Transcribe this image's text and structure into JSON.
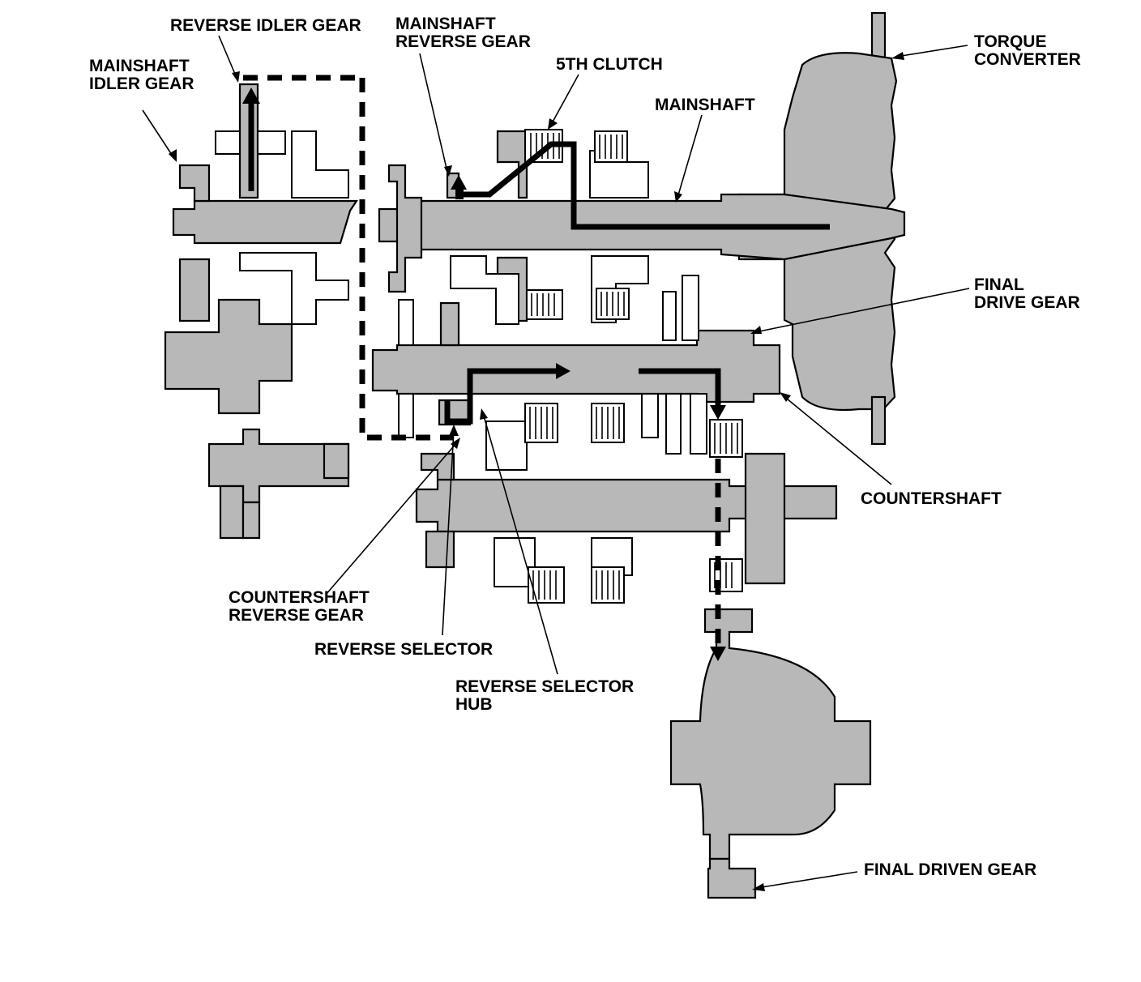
{
  "diagram": {
    "labels": {
      "reverse_idler_gear": "REVERSE IDLER GEAR",
      "mainshaft_idler_gear_1": "MAINSHAFT",
      "mainshaft_idler_gear_2": "IDLER GEAR",
      "mainshaft_reverse_gear_1": "MAINSHAFT",
      "mainshaft_reverse_gear_2": "REVERSE GEAR",
      "fifth_clutch": "5TH CLUTCH",
      "mainshaft": "MAINSHAFT",
      "torque_converter_1": "TORQUE",
      "torque_converter_2": "CONVERTER",
      "final_drive_gear_1": "FINAL",
      "final_drive_gear_2": "DRIVE GEAR",
      "countershaft": "COUNTERSHAFT",
      "countershaft_reverse_gear_1": "COUNTERSHAFT",
      "countershaft_reverse_gear_2": "REVERSE GEAR",
      "reverse_selector": "REVERSE SELECTOR",
      "reverse_selector_hub_1": "REVERSE SELECTOR",
      "reverse_selector_hub_2": "HUB",
      "final_driven_gear": "FINAL DRIVEN GEAR"
    },
    "colors": {
      "part_fill": "#b8b8b8",
      "outline": "#000000",
      "background": "#ffffff"
    }
  }
}
